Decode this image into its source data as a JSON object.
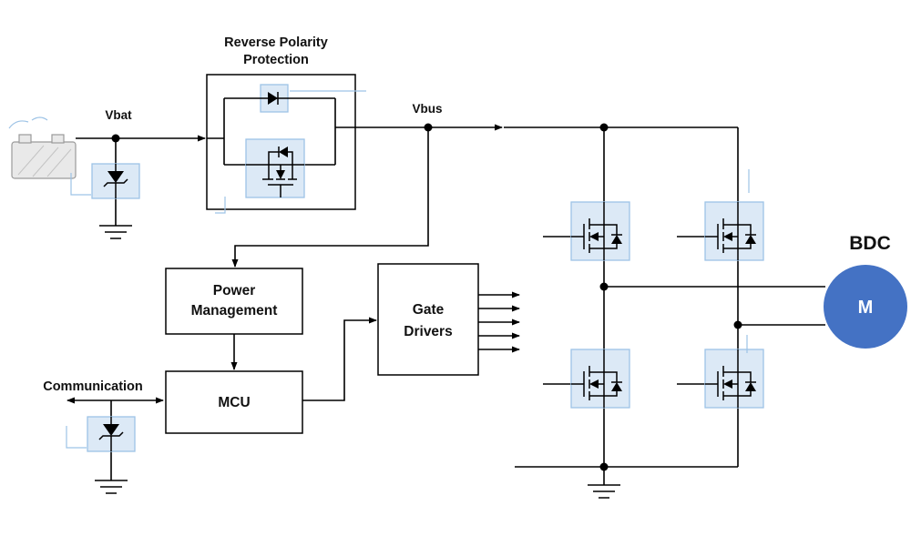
{
  "diagram": {
    "type": "motor-drive-block-diagram",
    "labels": {
      "vbat": "Vbat",
      "vbus": "Vbus",
      "communication": "Communication",
      "bdc": "BDC",
      "motor": "M"
    },
    "blocks": {
      "reverse_polarity": {
        "line1": "Reverse Polarity",
        "line2": "Protection"
      },
      "power_management": {
        "line1": "Power",
        "line2": "Management"
      },
      "mcu": {
        "label": "MCU"
      },
      "gate_drivers": {
        "line1": "Gate",
        "line2": "Drivers"
      }
    },
    "icons": {
      "battery": "svg-battery-shape",
      "tvs_diode": "svg-tvs-diode-shape",
      "blocking_diode": "svg-diode-shape",
      "mosfet": "svg-nmos-with-body-diode",
      "ground": "svg-ground-shape",
      "motor": "blue-circle-with-M"
    },
    "colors": {
      "wire": "#000000",
      "block_fill": "#ffffff",
      "block_stroke": "#000000",
      "component_fill": "#dce9f6",
      "component_stroke": "#9dc3e6",
      "annotation": "#9dc3e6",
      "motor_fill": "#4472c4",
      "motor_text": "#ffffff",
      "battery_fill": "#e9e9e9",
      "battery_stroke": "#9a9a9a"
    }
  }
}
